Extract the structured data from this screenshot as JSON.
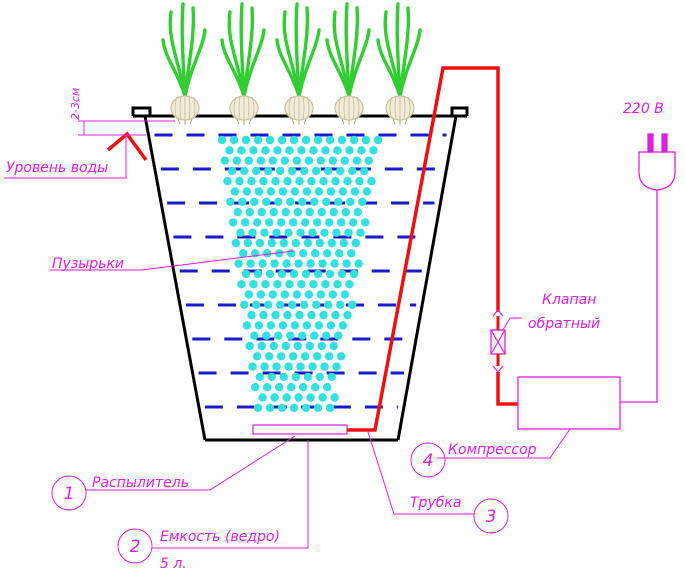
{
  "labels": {
    "water_level": "Уровень воды",
    "level_gap": "2-3см",
    "bubbles": "Пузырьки",
    "valve_line1": "Клапан",
    "valve_line2": "обратный",
    "voltage": "220 В",
    "compressor": "Компрессор",
    "sprayer": "Распылитель",
    "tube": "Трубка",
    "container": "Емкость (ведро)",
    "volume": "5 л."
  },
  "callouts": {
    "sprayer_num": "1",
    "container_num": "2",
    "tube_num": "3",
    "compressor_num": "4"
  },
  "colors": {
    "background": "#ffffff",
    "bucket": "#000000",
    "water_lines": "#1a1acc",
    "bubbles": "#33e0e0",
    "air_tube": "#ee1010",
    "labels": "#e020e0",
    "leaves": "#33cc33",
    "bulbs": "#f0ecd8"
  },
  "icons": [
    "plug-icon",
    "check-valve-icon",
    "onion-bulb-icon",
    "sprayer-icon",
    "compressor-box"
  ]
}
